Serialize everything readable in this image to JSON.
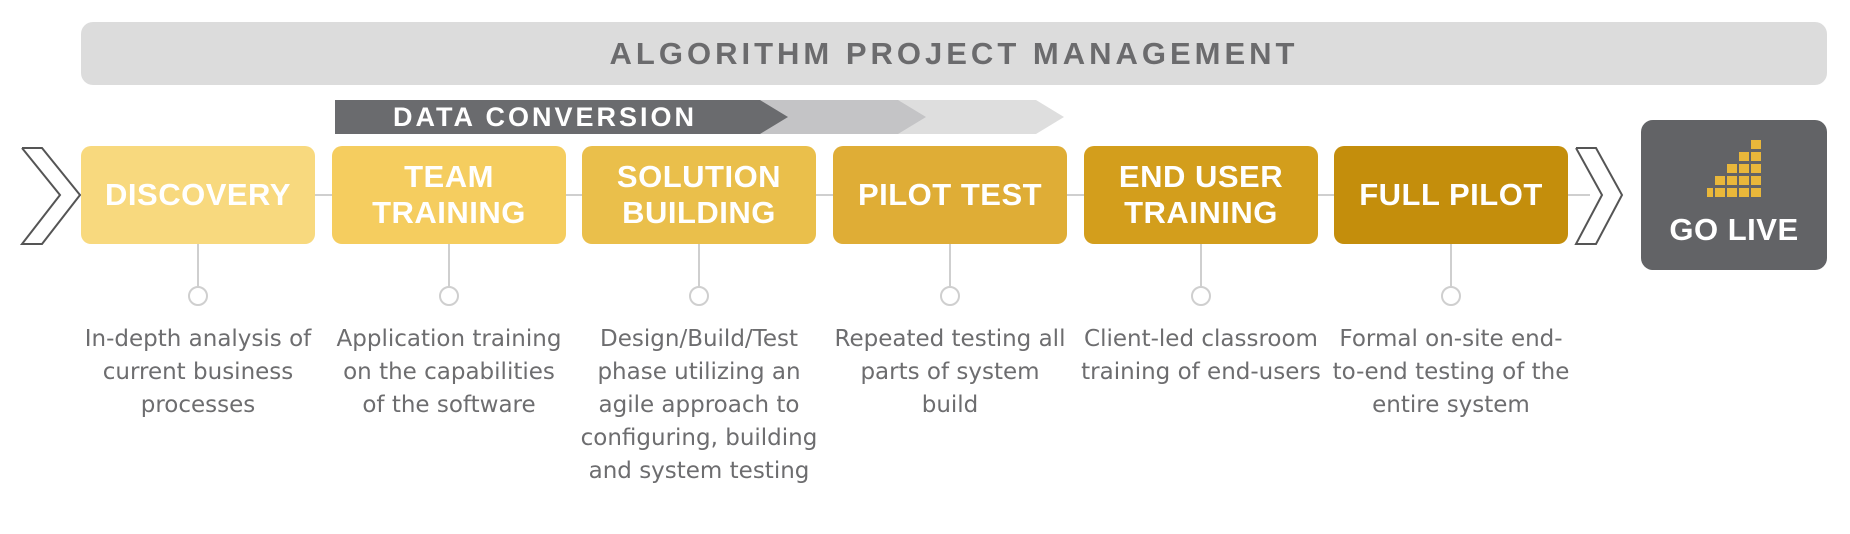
{
  "header": {
    "title": "ALGORITHM PROJECT MANAGEMENT"
  },
  "data_conversion": {
    "label": "DATA CONVERSION"
  },
  "steps": [
    {
      "title": "DISCOVERY",
      "color": "#f8d97e",
      "description": "In-depth analysis of current business processes"
    },
    {
      "title": "TEAM TRAINING",
      "color": "#f5cd5f",
      "description": "Application training on the capabilities of the software"
    },
    {
      "title": "SOLUTION BUILDING",
      "color": "#eabf4b",
      "description": "Design/Build/Test phase utilizing an agile approach to configuring, building and system testing"
    },
    {
      "title": "PILOT TEST",
      "color": "#dfad36",
      "description": "Repeated testing all parts of system build"
    },
    {
      "title": "END USER TRAINING",
      "color": "#d39e1c",
      "description": "Client-led classroom training of end-users"
    },
    {
      "title": "FULL PILOT",
      "color": "#c48e0c",
      "description": "Formal on-site end-to-end testing of the entire system"
    }
  ],
  "go_live": {
    "label": "GO LIVE",
    "color": "#626366",
    "icon": "rising-bars-icon"
  }
}
